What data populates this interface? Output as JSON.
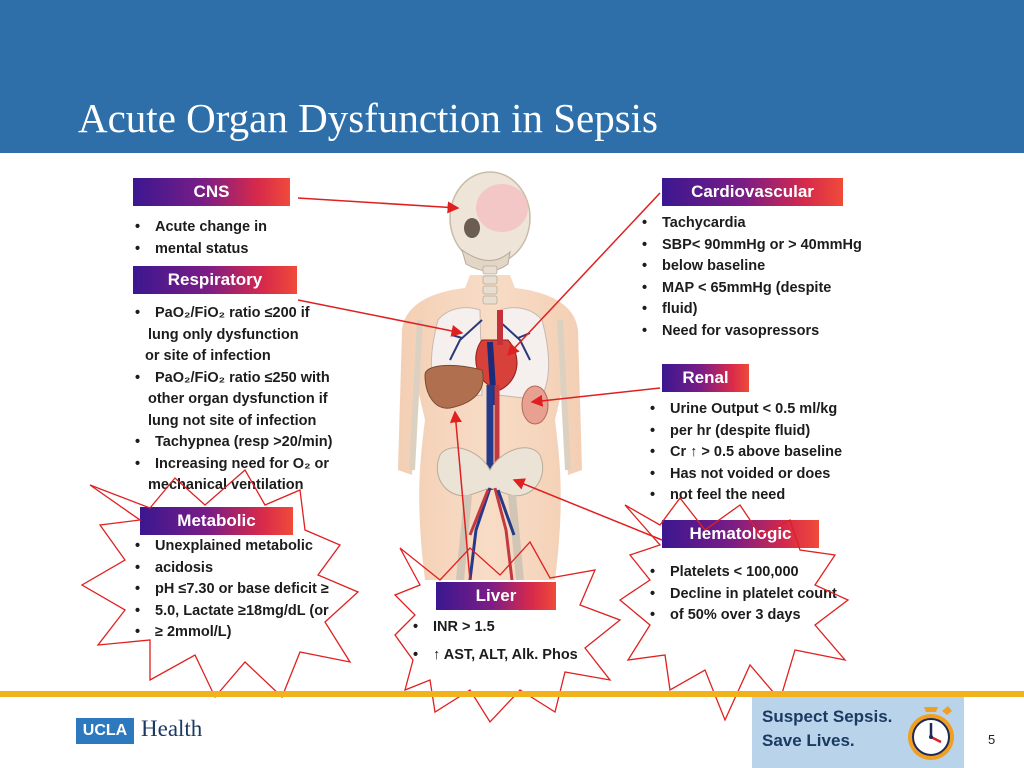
{
  "slide": {
    "title": "Acute Organ Dysfunction in Sepsis",
    "page_number": "5"
  },
  "cns": {
    "title": "CNS",
    "items": [
      "Acute change in",
      "mental status"
    ]
  },
  "respiratory": {
    "title": "Respiratory",
    "items": [
      "PaO₂/FiO₂ ratio ≤200 if",
      "lung only dysfunction",
      "or site of infection",
      "PaO₂/FiO₂ ratio ≤250 with",
      "other organ dysfunction if",
      "lung not site of infection",
      "Tachypnea (resp >20/min)",
      "Increasing need for O₂ or",
      "mechanical ventilation"
    ]
  },
  "metabolic": {
    "title": "Metabolic",
    "items": [
      "Unexplained metabolic",
      "acidosis",
      "pH ≤7.30 or base deficit ≥",
      "5.0, Lactate ≥18mg/dL (or",
      "≥ 2mmol/L)"
    ]
  },
  "liver": {
    "title": "Liver",
    "items": [
      "INR > 1.5",
      "↑ AST, ALT, Alk. Phos"
    ]
  },
  "cardiovascular": {
    "title": "Cardiovascular",
    "items": [
      "Tachycardia",
      "SBP< 90mmHg or > 40mmHg",
      "below baseline",
      "MAP < 65mmHg (despite",
      "fluid)",
      "Need for vasopressors"
    ]
  },
  "renal": {
    "title": "Renal",
    "items": [
      "Urine Output < 0.5 ml/kg",
      "per hr (despite fluid)",
      "Cr ↑ > 0.5 above baseline",
      "Has not voided or does",
      "not feel the need"
    ]
  },
  "hematologic": {
    "title": "Hematologic",
    "items": [
      "Platelets < 100,000",
      "Decline in platelet count",
      "of 50% over 3 days"
    ]
  },
  "footer": {
    "brand_box": "UCLA",
    "brand_name": "Health",
    "campaign_line1": "Suspect Sepsis.",
    "campaign_line2": "Save Lives."
  },
  "colors": {
    "header": "#2e6faa",
    "accent_line": "#f2b21c",
    "arrow": "#e02020",
    "campaign_bg": "#b9d3ea"
  },
  "icons": [
    "anatomy-figure",
    "stopwatch-icon",
    "starburst-highlight"
  ]
}
